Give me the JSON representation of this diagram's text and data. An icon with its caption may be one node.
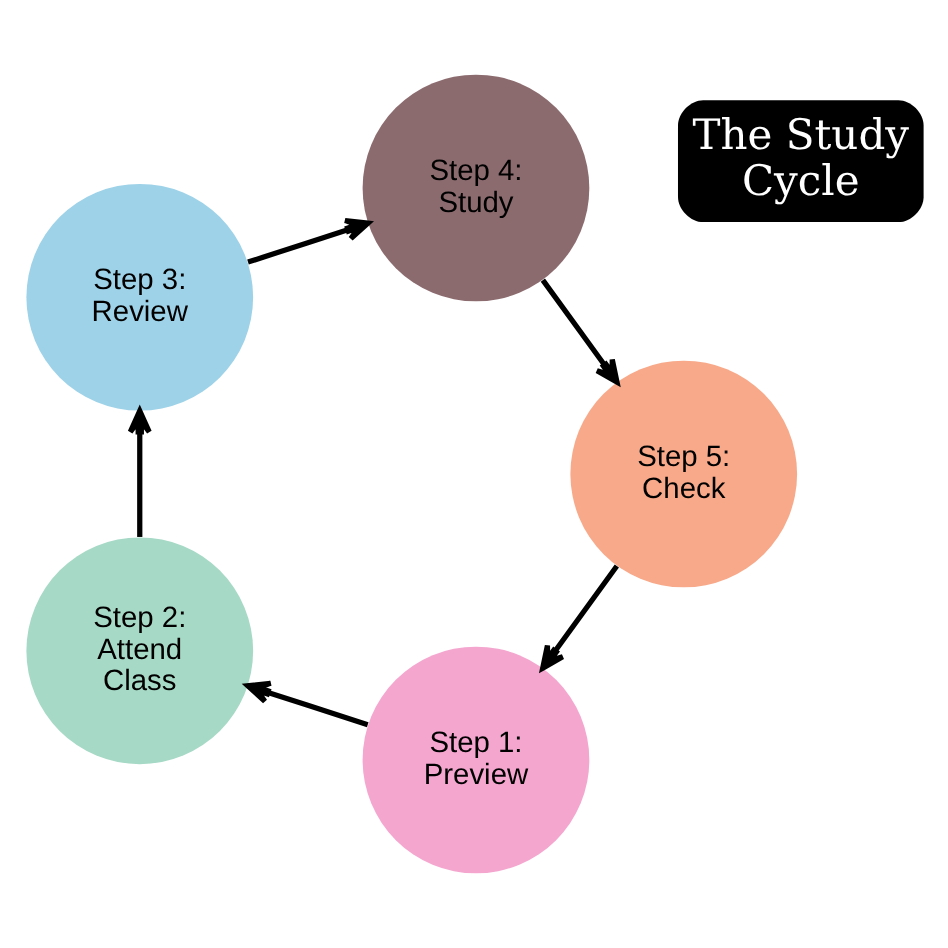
{
  "diagram": {
    "nodes": [
      {
        "text": [
          "The Study Cycle"
        ]
      },
      {
        "text": [
          "Step 1: Preview"
        ]
      },
      {
        "text": [
          "Step 2: Attend Class"
        ]
      },
      {
        "text": [
          "Step 3: Review"
        ]
      },
      {
        "text": [
          "Step 4: Study"
        ]
      },
      {
        "text": [
          "Step 5: Check"
        ]
      }
    ],
    "edges": [
      {
        "from": 1,
        "to": 2,
        "arrow": "to"
      },
      {
        "from": 2,
        "to": 3,
        "arrow": "to"
      },
      {
        "from": 3,
        "to": 4,
        "arrow": "to"
      },
      {
        "from": 4,
        "to": 5,
        "arrow": "to"
      },
      {
        "from": 5,
        "to": 1,
        "arrow": "to"
      }
    ]
  }
}
